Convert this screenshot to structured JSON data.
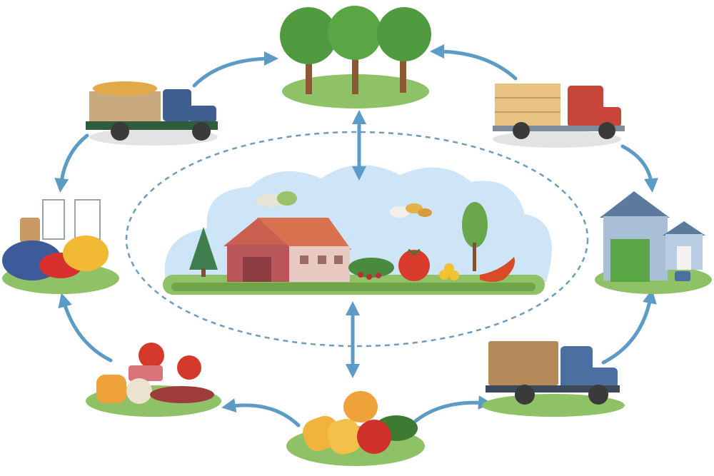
{
  "diagram": {
    "type": "farm-to-table cycle illustration",
    "center": "farm-scene-icon",
    "nodes": [
      {
        "id": "orchard",
        "icon": "orchard-trees-icon"
      },
      {
        "id": "delivery-truck-right",
        "icon": "crate-truck-icon"
      },
      {
        "id": "warehouse",
        "icon": "warehouse-barn-icon"
      },
      {
        "id": "box-truck",
        "icon": "box-truck-icon"
      },
      {
        "id": "harvest",
        "icon": "vegetables-icon"
      },
      {
        "id": "market-food",
        "icon": "mixed-food-icon"
      },
      {
        "id": "produce-stand",
        "icon": "produce-market-icon"
      },
      {
        "id": "harvest-truck",
        "icon": "harvest-truck-icon"
      }
    ],
    "colors": {
      "arrow": "#5b9bc6",
      "ground": "#8fc167",
      "sky": "#cde5f6",
      "barn": "#b9565a",
      "roof": "#d9714f"
    }
  }
}
